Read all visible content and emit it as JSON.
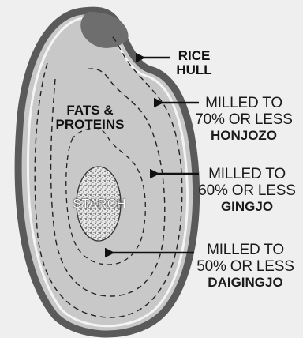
{
  "labels": {
    "rice_hull": [
      "RICE",
      "HULL"
    ],
    "fats_proteins": [
      "FATS &",
      "PROTEINS"
    ],
    "starch": "STARCH",
    "honjozo": {
      "line1": "MILLED TO",
      "line2": "70% OR LESS",
      "name": "HONJOZO"
    },
    "gingjo": {
      "line1": "MILLED TO",
      "line2": "60% OR LESS",
      "name": "GINGJO"
    },
    "daigingjo": {
      "line1": "MILLED TO",
      "line2": "50% OR LESS",
      "name": "DAIGINGJO"
    }
  },
  "colors": {
    "background": "#efefef",
    "grain_fill": "#c8c8c8",
    "hull_outline": "#5a5a5a",
    "hull_cap": "#6e6e6e",
    "dashed_lines": "#222222",
    "starch_dots": "#3a3a3a"
  },
  "icons": [
    "arrow-left-icon"
  ]
}
